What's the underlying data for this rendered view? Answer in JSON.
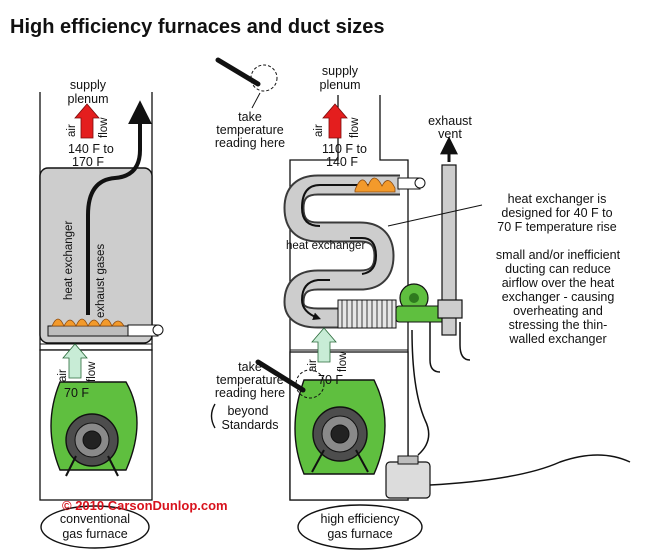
{
  "title": "High efficiency furnaces and duct sizes",
  "copyright": "© 2010 CarsonDunlop.com",
  "conventional": {
    "supply": [
      "supply",
      "plenum"
    ],
    "airflow": [
      "air",
      "flow"
    ],
    "supply_temp": [
      "140 F to",
      "170 F"
    ],
    "heat_exchanger": "heat exchanger",
    "exhaust_gases": "exhaust gases",
    "return_airflow": [
      "air",
      "flow"
    ],
    "return_temp": "70 F",
    "caption": [
      "conventional",
      "gas furnace"
    ]
  },
  "high_efficiency": {
    "supply": [
      "supply",
      "plenum"
    ],
    "take_temp_top": [
      "take",
      "temperature",
      "reading here"
    ],
    "airflow": [
      "air",
      "flow"
    ],
    "supply_temp": [
      "110 F to",
      "140 F"
    ],
    "exhaust_vent": [
      "exhaust",
      "vent"
    ],
    "heat_exchanger": "heat exchanger",
    "take_temp_bottom": [
      "take",
      "temperature",
      "reading here"
    ],
    "standards_note": [
      "beyond",
      "Standards"
    ],
    "return_airflow": [
      "air",
      "flow"
    ],
    "return_temp": "70 F",
    "caption": [
      "high efficiency",
      "gas furnace"
    ]
  },
  "notes": {
    "design": [
      "heat exchanger is",
      "designed for 40 F to",
      "70 F temperature rise"
    ],
    "warning": [
      "small and/or inefficient",
      "ducting can reduce",
      "airflow over the heat",
      "exchanger - causing",
      "overheating and",
      "stressing the thin-",
      "walled exchanger"
    ]
  },
  "colors": {
    "airflow_arrow": "#e41e1e",
    "return_arrow": "#c8ecd6",
    "blower": "#5fbf3f",
    "heat_exchanger": "#cdcdcd",
    "flame": "#f39a2b",
    "copyright": "#d8121c"
  }
}
